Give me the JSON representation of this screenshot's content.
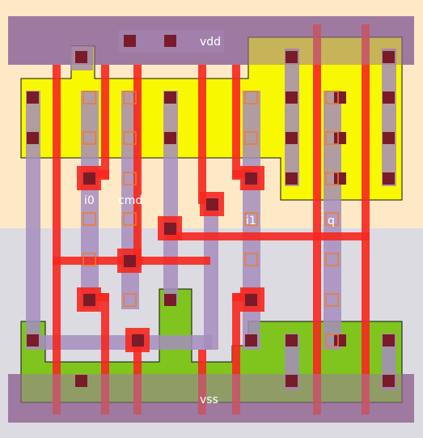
{
  "colors": {
    "nwell": "#fde9c6",
    "pwell": "#dcdbe2",
    "rail": "#9e7aa0",
    "pdiff": "#f8f800",
    "ndiff": "#7fc51e",
    "poly": "#f6271f",
    "metal1": "#a48dbd",
    "contact": "#7a1b2a",
    "outline": "#111111"
  },
  "labels": {
    "vdd": "vdd",
    "vss": "vss",
    "i0": "i0",
    "cmd": "cmd",
    "i1": "i1",
    "q": "q"
  }
}
